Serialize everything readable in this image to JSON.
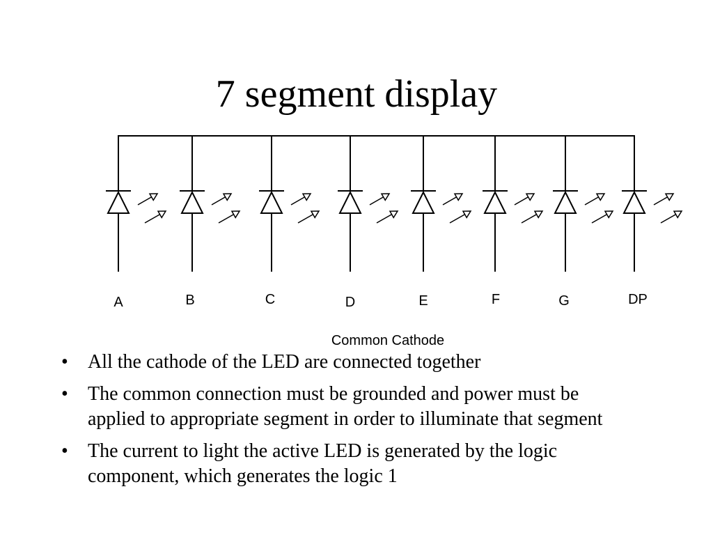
{
  "slide": {
    "title": "7 segment display"
  },
  "diagram": {
    "segments": [
      {
        "label": "A"
      },
      {
        "label": "B"
      },
      {
        "label": "C"
      },
      {
        "label": "D"
      },
      {
        "label": "E"
      },
      {
        "label": "F"
      },
      {
        "label": "G"
      },
      {
        "label": "DP"
      }
    ],
    "caption": "Common Cathode"
  },
  "bullets": [
    {
      "marker": "•",
      "text": "All the cathode of the LED are connected together"
    },
    {
      "marker": "•",
      "text": "The common connection must be grounded and power must be applied to appropriate segment in order to illuminate that segment"
    },
    {
      "marker": "•",
      "text": "The current to light the active LED is generated by the logic component, which generates the logic 1"
    }
  ]
}
